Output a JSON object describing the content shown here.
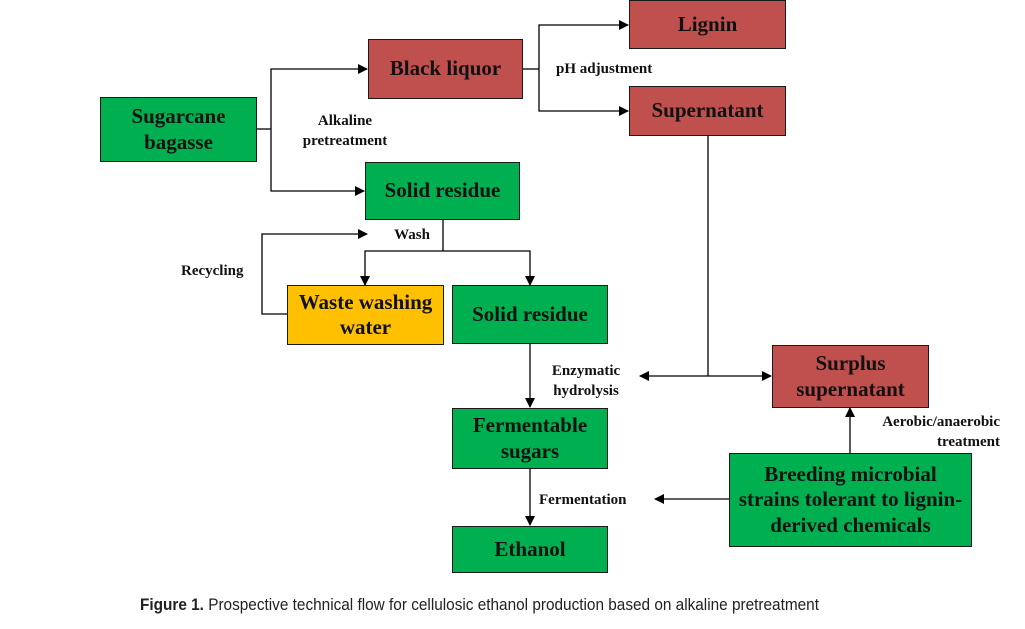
{
  "colors": {
    "green": "#00B050",
    "red": "#C0504D",
    "orange": "#FFC000",
    "line": "#000000"
  },
  "nodes": {
    "sugarcane": {
      "label": "Sugarcane\nbagasse",
      "color": "green"
    },
    "black_liquor": {
      "label": "Black liquor",
      "color": "red"
    },
    "lignin": {
      "label": "Lignin",
      "color": "red"
    },
    "supernatant": {
      "label": "Supernatant",
      "color": "red"
    },
    "solid_residue_1": {
      "label": "Solid residue",
      "color": "green"
    },
    "waste_water": {
      "label": "Waste washing\nwater",
      "color": "orange"
    },
    "solid_residue_2": {
      "label": "Solid residue",
      "color": "green"
    },
    "surplus": {
      "label": "Surplus\nsupernatant",
      "color": "red"
    },
    "fermentable": {
      "label": "Fermentable\nsugars",
      "color": "green"
    },
    "breeding": {
      "label": "Breeding microbial\nstrains tolerant to lignin-\nderived chemicals",
      "color": "green"
    },
    "ethanol": {
      "label": "Ethanol",
      "color": "green"
    }
  },
  "edge_labels": {
    "alkaline": "Alkaline\npretreatment",
    "ph": "pH adjustment",
    "wash": "Wash",
    "recycling": "Recycling",
    "enzymatic": "Enzymatic\nhydrolysis",
    "aerobic": "Aerobic/anaerobic\ntreatment",
    "fermentation": "Fermentation"
  },
  "caption": {
    "prefix": "Figure 1.",
    "text": " Prospective technical flow for cellulosic ethanol production based on alkaline pretreatment"
  }
}
